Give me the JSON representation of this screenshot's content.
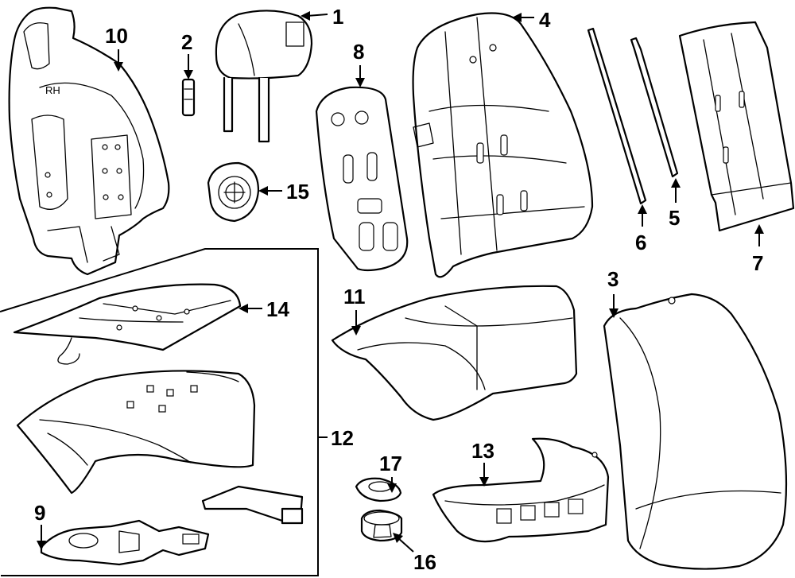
{
  "diagram": {
    "side_marking": "RH",
    "callouts": {
      "c1": "1",
      "c2": "2",
      "c3": "3",
      "c4": "4",
      "c5": "5",
      "c6": "6",
      "c7": "7",
      "c8": "8",
      "c9": "9",
      "c10": "10",
      "c11": "11",
      "c12": "12",
      "c13": "13",
      "c14": "14",
      "c15": "15",
      "c16": "16",
      "c17": "17"
    }
  }
}
